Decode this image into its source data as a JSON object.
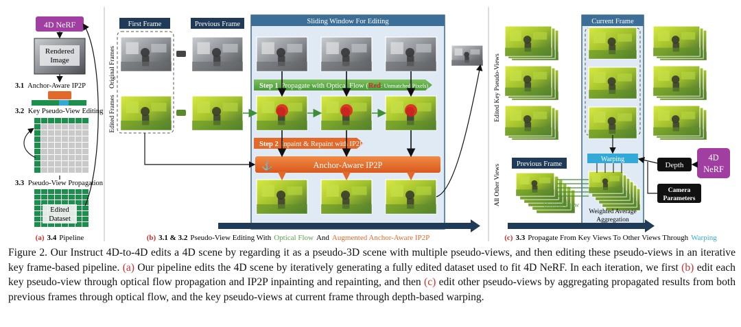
{
  "panel_a": {
    "nerf_label": "4D NeRF",
    "rendered_label_1": "Rendered",
    "rendered_label_2": "Image",
    "step_31_num": "3.1",
    "step_31_text": "Anchor-Aware IP2P",
    "step_32_num": "3.2",
    "step_32_text": "Key Pseudo-View Editing",
    "step_33_num": "3.3",
    "step_33_text": "Pseudo-View Propagation",
    "edited_label_1": "Edited",
    "edited_label_2": "Dataset",
    "caption_letter": "(a)",
    "caption_num": "3.4",
    "caption_text": "Pipeline"
  },
  "panel_b": {
    "first_frame": "First Frame",
    "previous_frame": "Previous Frame",
    "sliding_window": "Sliding Window For Editing",
    "original_frames": "Original Frames",
    "edited_frames": "Edited Frames",
    "step1_label": "Step 1",
    "step1_text": "Propagate with Optical Flow (",
    "step1_red": "Red",
    "step1_tail": ": Unmatched Pixels)",
    "step2_label": "Step 2",
    "step2_text": "Inpaint & Repaint with IP2P",
    "anchor_bar": "Anchor-Aware IP2P",
    "caption_letter": "(b)",
    "caption_nums": "3.1 & 3.2",
    "caption_text_1": "Pseudo-View Editing With",
    "caption_green": "Optical Flow",
    "caption_and": "And",
    "caption_orange": "Augmented Anchor-Aware IP2P"
  },
  "panel_c": {
    "current_frame": "Current Frame",
    "edited_key_views": "Edited Key Pseudo-Views",
    "all_other_views": "All Other Views",
    "previous_frame": "Previous Frame",
    "warping": "Warping",
    "depth": "Depth",
    "nerf_label_1": "4D",
    "nerf_label_2": "NeRF",
    "camera_1": "Camera",
    "camera_2": "Parameters",
    "optical_flow": "Optical Flow",
    "weighted_1": "Weighted Average",
    "weighted_2": "Aggregation",
    "caption_letter": "(c)",
    "caption_num": "3.3",
    "caption_text": "Propagate From Key Views To Other Views Through",
    "caption_blue": "Warping"
  },
  "caption": {
    "prefix": "Figure 2. Our Instruct 4D-to-4D edits a 4D scene by regarding it as a pseudo-3D scene with multiple pseudo-views, and then editing these pseudo-views in an iterative key frame-based pipeline.",
    "a_marker": "(a)",
    "a_text": "Our pipeline edits the 4D scene by iteratively generating a fully edited dataset used to fit 4D NeRF. In each iteration, we first",
    "b_marker": "(b)",
    "b_text": "edit each key pseudo-view through optical flow propagation and IP2P inpainting and repainting, and then",
    "c_marker": "(c)",
    "c_text": "edit other pseudo-views by aggregating propagated results from both previous frames through optical flow, and the key pseudo-views at current frame through depth-based warping."
  },
  "colors": {
    "navy": "#1f3b58",
    "window_fill": "#dfeaf4",
    "window_stroke": "#2d5d86",
    "green_arrow": "#5aa24a",
    "orange": "#e2692a",
    "purple": "#a13ea2",
    "cyan": "#32a9d7",
    "matrix_green": "#1d8f4c",
    "caption_red": "#c9302c"
  }
}
